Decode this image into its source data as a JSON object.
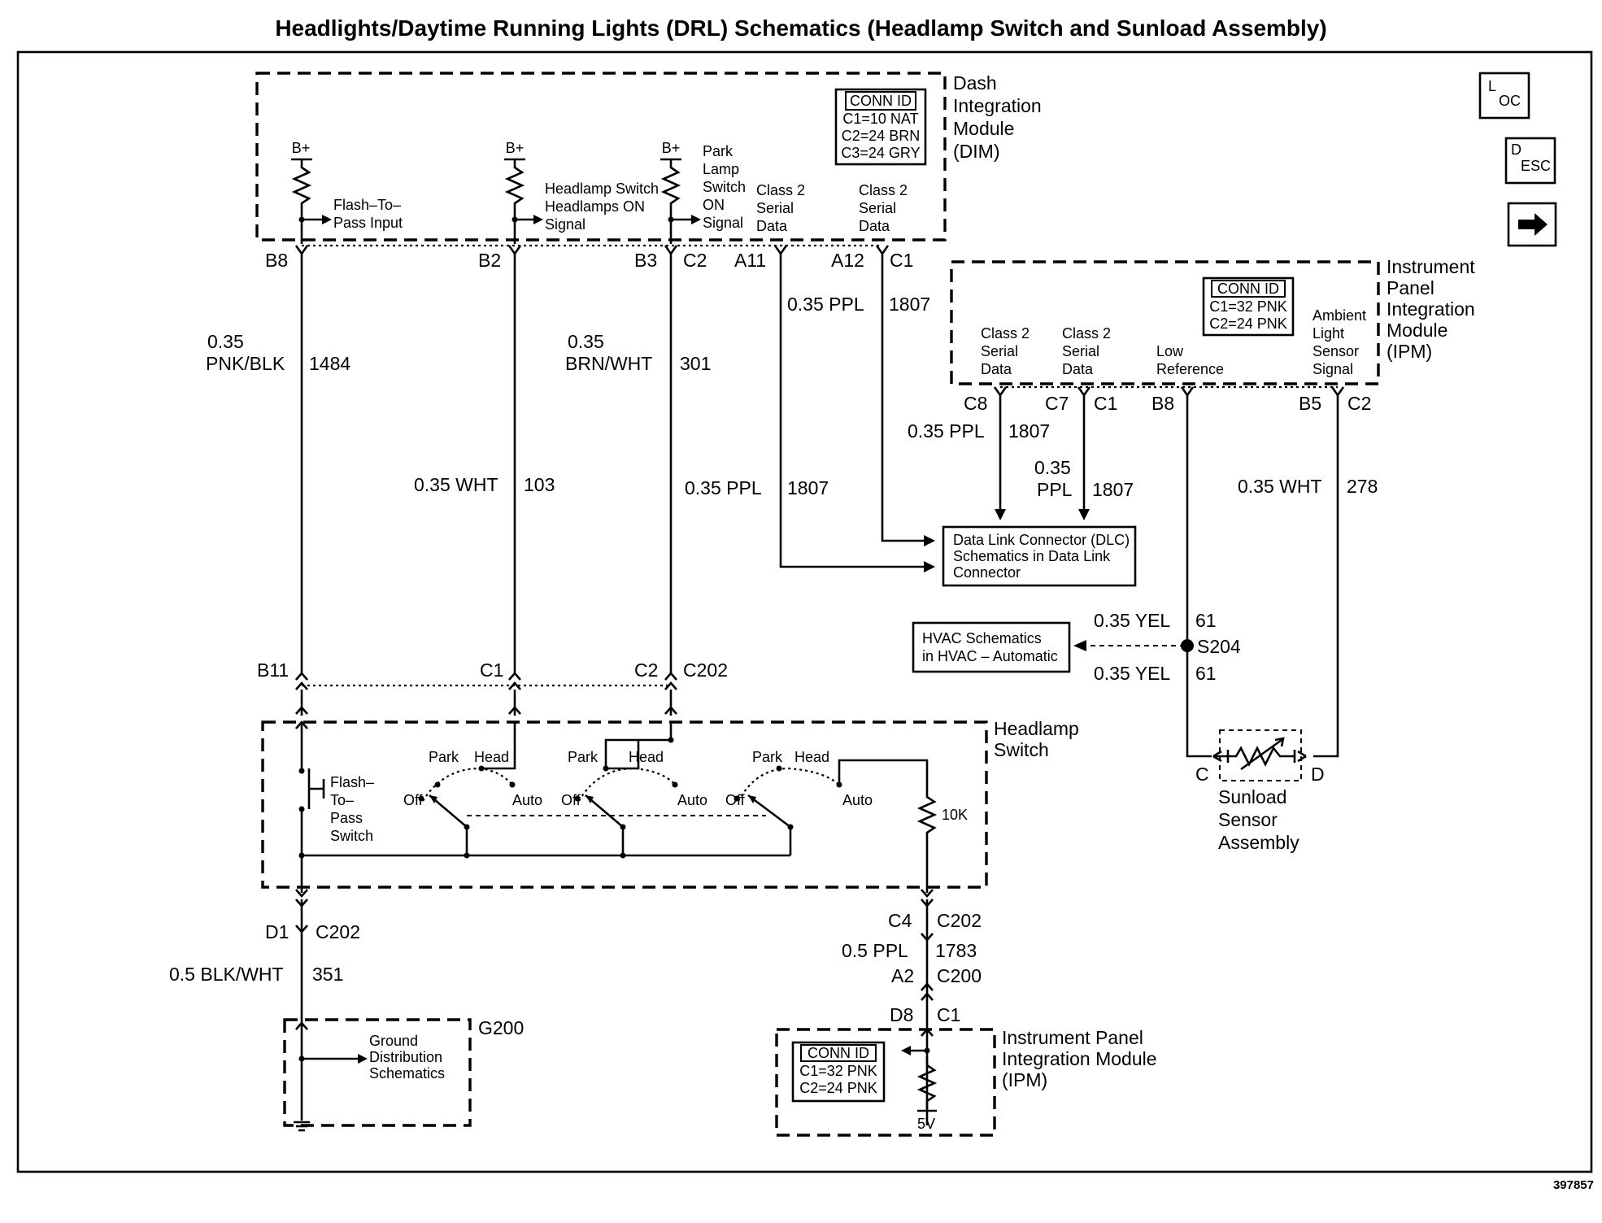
{
  "title": "Headlights/Daytime Running Lights (DRL) Schematics (Headlamp Switch and Sunload Assembly)",
  "figure_id": "397857",
  "nav_icons": [
    {
      "name": "loc-icon",
      "label_main": "L",
      "label_sub": "OC"
    },
    {
      "name": "desc-icon",
      "label_main": "D",
      "label_sub": "ESC"
    },
    {
      "name": "next-arrow-icon"
    }
  ],
  "modules": {
    "dim": {
      "name_lines": [
        "Dash",
        "Integration",
        "Module",
        "(DIM)"
      ],
      "conn_id": {
        "header": "CONN ID",
        "rows": [
          "C1=10 NAT",
          "C2=24 BRN",
          "C3=24 GRY"
        ]
      },
      "supply": "B+",
      "signals": {
        "flash_to_pass": [
          "Flash–To–",
          "Pass Input"
        ],
        "headlamp_switch": [
          "Headlamp Switch",
          "Headlamps ON",
          "Signal"
        ],
        "park_lamp": [
          "Park",
          "Lamp",
          "Switch",
          "ON",
          "Signal"
        ],
        "class2_a": [
          "Class 2",
          "Serial",
          "Data"
        ],
        "class2_b": [
          "Class 2",
          "Serial",
          "Data"
        ]
      },
      "pins": {
        "b8": "B8",
        "b2": "B2",
        "b3": "B3",
        "c2": "C2",
        "a11": "A11",
        "a12": "A12",
        "c1": "C1"
      }
    },
    "ipm_top": {
      "name_lines": [
        "Instrument",
        "Panel",
        "Integration",
        "Module",
        "(IPM)"
      ],
      "conn_id": {
        "header": "CONN ID",
        "rows": [
          "C1=32 PNK",
          "C2=24 PNK"
        ]
      },
      "signals": {
        "class2_a": [
          "Class 2",
          "Serial",
          "Data"
        ],
        "class2_b": [
          "Class 2",
          "Serial",
          "Data"
        ],
        "low_ref": [
          "Low",
          "Reference"
        ],
        "ambient": [
          "Ambient",
          "Light",
          "Sensor",
          "Signal"
        ]
      },
      "pins": {
        "c8": "C8",
        "c7": "C7",
        "c1": "C1",
        "b8": "B8",
        "b5": "B5",
        "c2": "C2"
      }
    },
    "headlamp_switch": {
      "name_lines": [
        "Headlamp",
        "Switch"
      ],
      "flash_switch": [
        "Flash–",
        "To–",
        "Pass",
        "Switch"
      ],
      "positions": {
        "park": "Park",
        "head": "Head",
        "off": "Off",
        "auto": "Auto"
      },
      "resistor": "10K"
    },
    "sunload": {
      "name_lines": [
        "Sunload",
        "Sensor",
        "Assembly"
      ],
      "pin_c": "C",
      "pin_d": "D"
    },
    "ground": {
      "name_lines": [
        "Ground",
        "Distribution",
        "Schematics"
      ],
      "id": "G200"
    },
    "ipm_bottom": {
      "name_lines": [
        "Instrument Panel",
        "Integration Module",
        "(IPM)"
      ],
      "conn_id": {
        "header": "CONN ID",
        "rows": [
          "C1=32 PNK",
          "C2=24 PNK"
        ]
      },
      "voltage": "5V",
      "pins": {
        "d8": "D8",
        "c1": "C1"
      }
    },
    "dlc": {
      "lines": [
        "Data Link Connector (DLC)",
        "Schematics in Data Link",
        "Connector"
      ]
    },
    "hvac": {
      "lines": [
        "HVAC Schematics",
        "in HVAC – Automatic"
      ]
    }
  },
  "connectors": {
    "c202_top": {
      "b11": "B11",
      "c1": "C1",
      "c2": "C2",
      "name": "C202"
    },
    "c202_d1": {
      "pin": "D1",
      "name": "C202"
    },
    "c202_c4": {
      "pin": "C4",
      "name": "C202"
    },
    "c200": {
      "pin": "A2",
      "name": "C200"
    },
    "s204": "S204"
  },
  "wires": {
    "w1484": {
      "gauge": "0.35",
      "color": "PNK/BLK",
      "circuit": "1484"
    },
    "w103": {
      "spec": "0.35 WHT",
      "circuit": "103"
    },
    "w301": {
      "gauge": "0.35",
      "color": "BRN/WHT",
      "circuit": "301"
    },
    "w1807_a": {
      "spec": "0.35 PPL",
      "circuit": "1807"
    },
    "w1807_b": {
      "spec": "0.35 PPL",
      "circuit": "1807"
    },
    "w1807_c": {
      "spec": "0.35 PPL",
      "circuit": "1807"
    },
    "w1807_d": {
      "gauge": "0.35",
      "color": "PPL",
      "circuit": "1807"
    },
    "w278": {
      "spec": "0.35 WHT",
      "circuit": "278"
    },
    "w61_a": {
      "spec": "0.35 YEL",
      "circuit": "61"
    },
    "w61_b": {
      "spec": "0.35 YEL",
      "circuit": "61"
    },
    "w351": {
      "spec": "0.5 BLK/WHT",
      "circuit": "351"
    },
    "w1783": {
      "spec": "0.5 PPL",
      "circuit": "1783"
    }
  }
}
